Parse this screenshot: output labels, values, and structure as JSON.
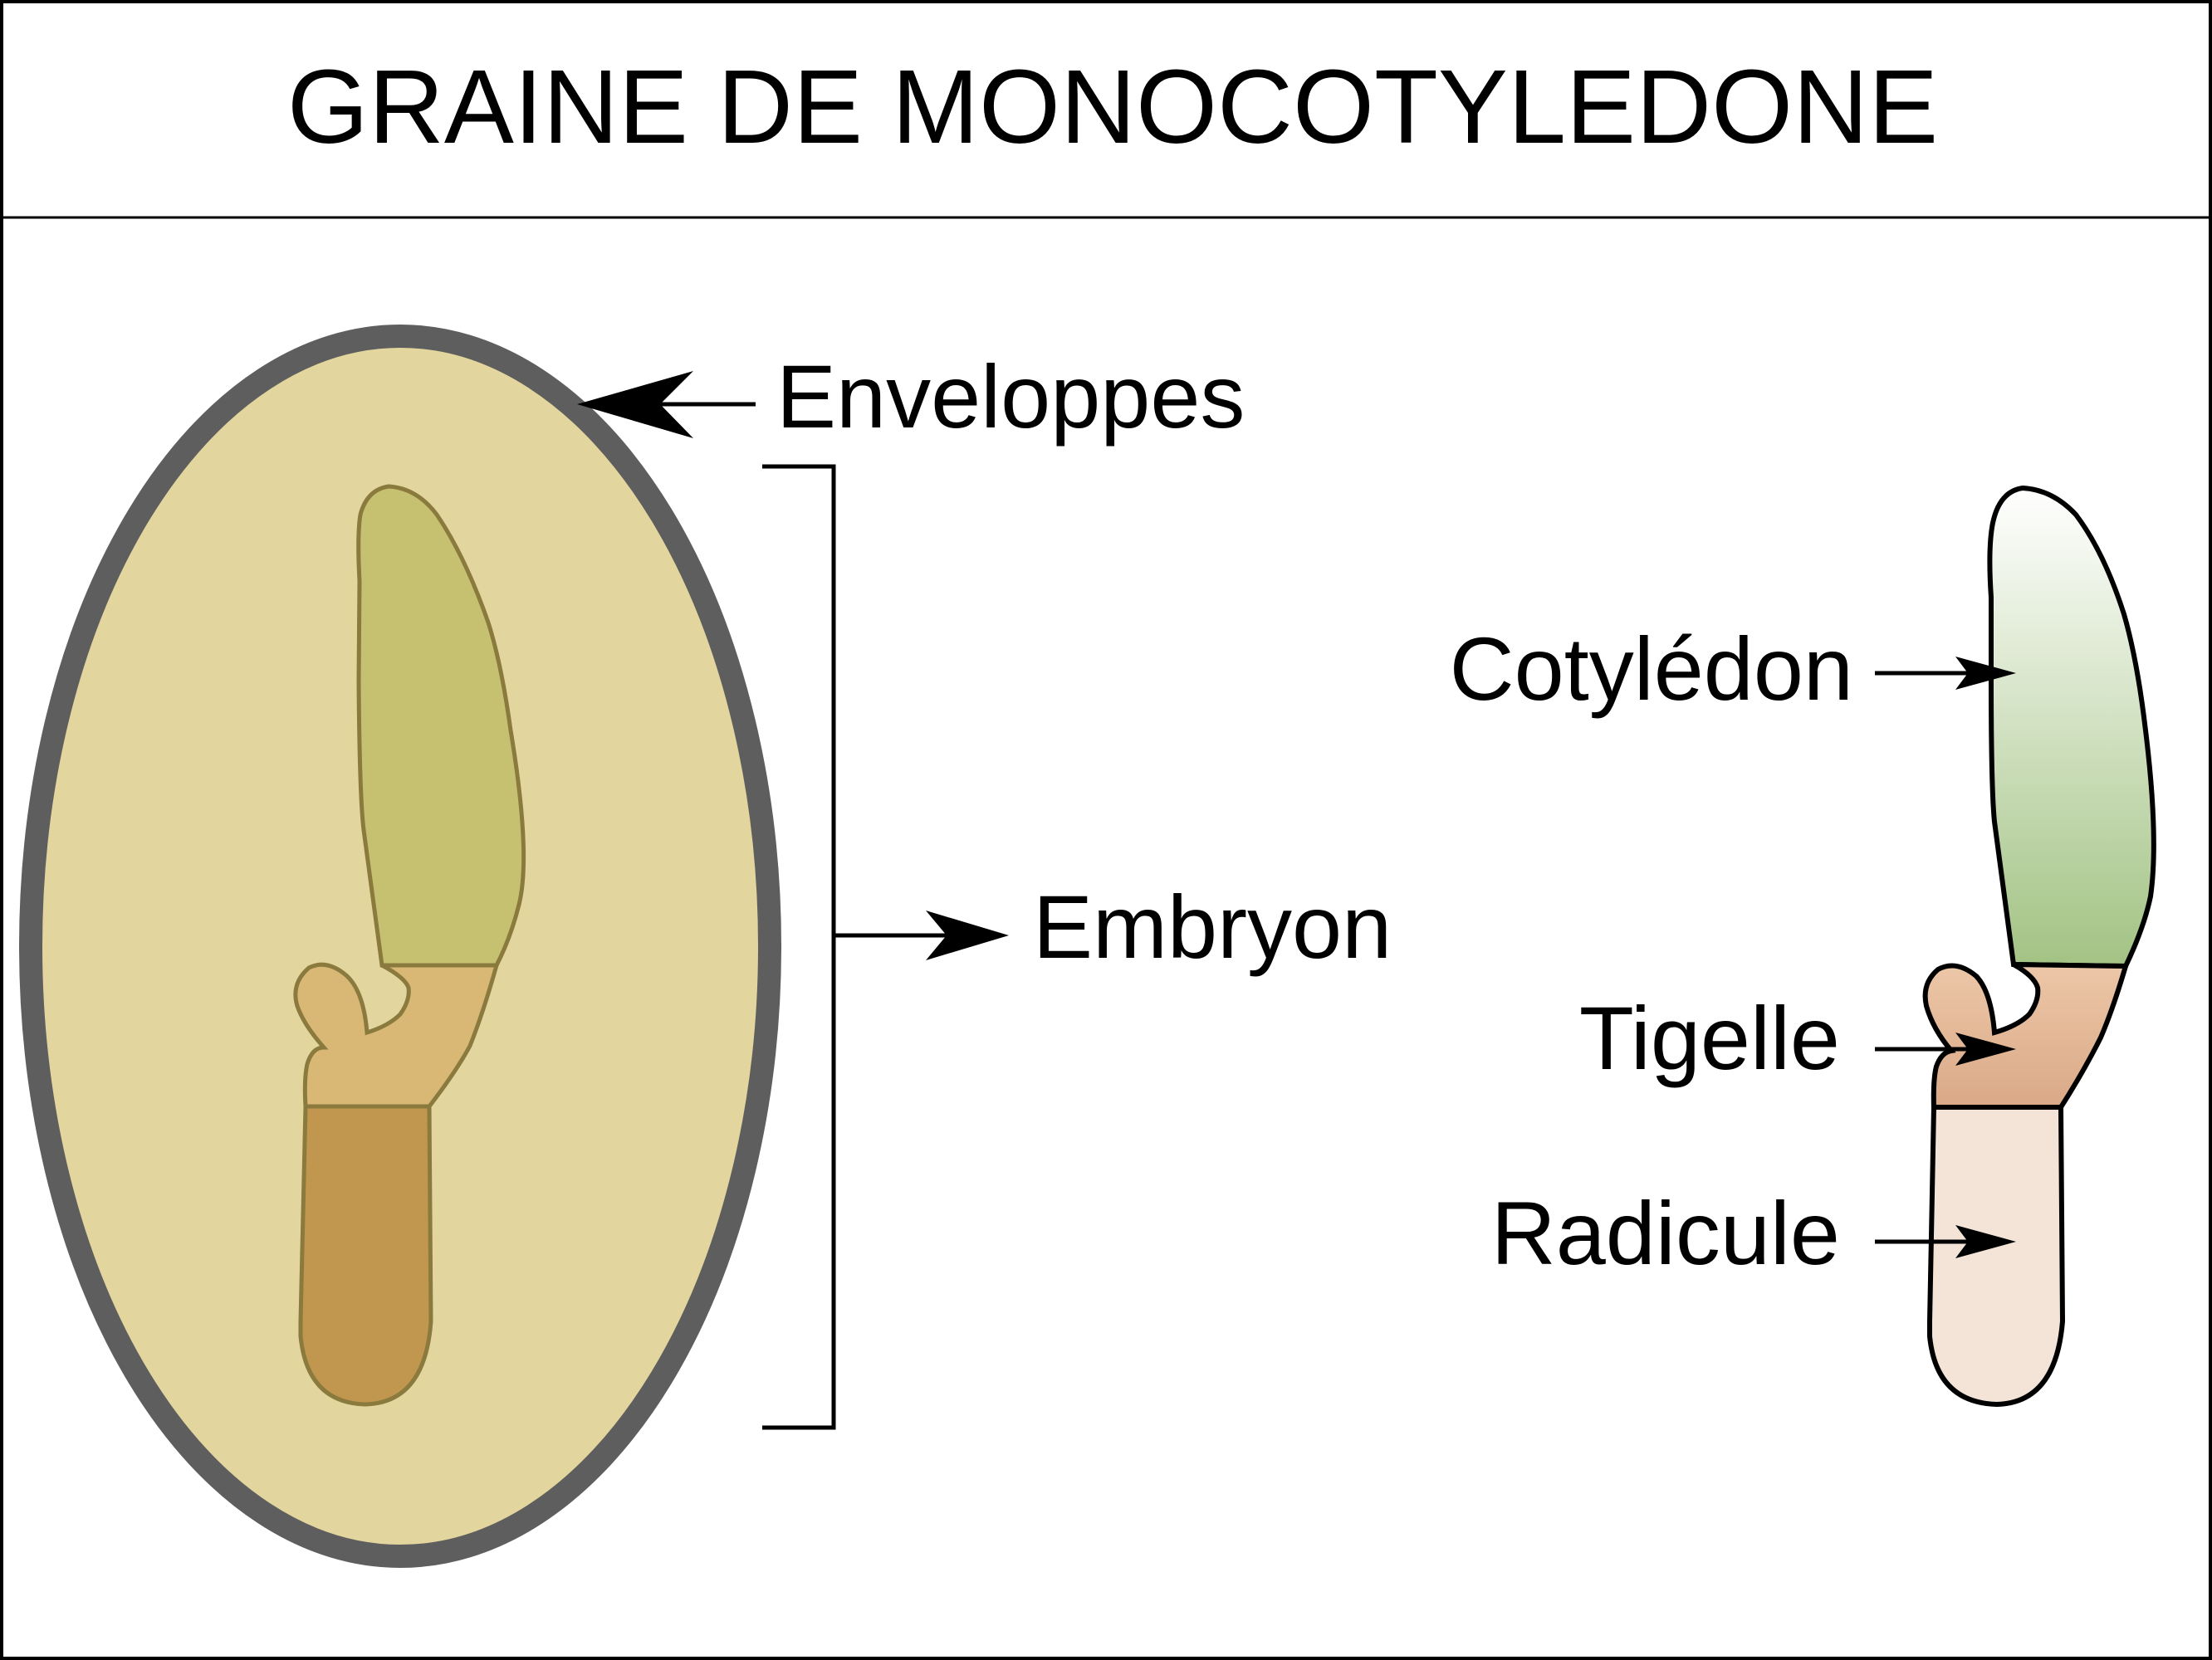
{
  "title": "GRAINE DE MONOCOTYLEDONE",
  "labels": {
    "enveloppes": "Enveloppes",
    "embryon": "Embryon",
    "cotyledon": "Cotylédon",
    "tigelle": "Tigelle",
    "radicule": "Radicule"
  },
  "colors": {
    "border": "#000000",
    "seed_coat": "#5f5e5e",
    "endosperm": "#e2d59e",
    "seed_outline": "#8a7a3e",
    "seed_cotyledon": "#c6c170",
    "seed_tigelle": "#d9b774",
    "seed_radicule": "#c1964e",
    "embryo_cotyledon_top": "#ffffff",
    "embryo_cotyledon_bottom": "#a3c384",
    "embryo_tigelle_top": "#ecc7a8",
    "embryo_tigelle_bottom": "#daa987",
    "embryo_radicule": "#f3e4d7"
  }
}
